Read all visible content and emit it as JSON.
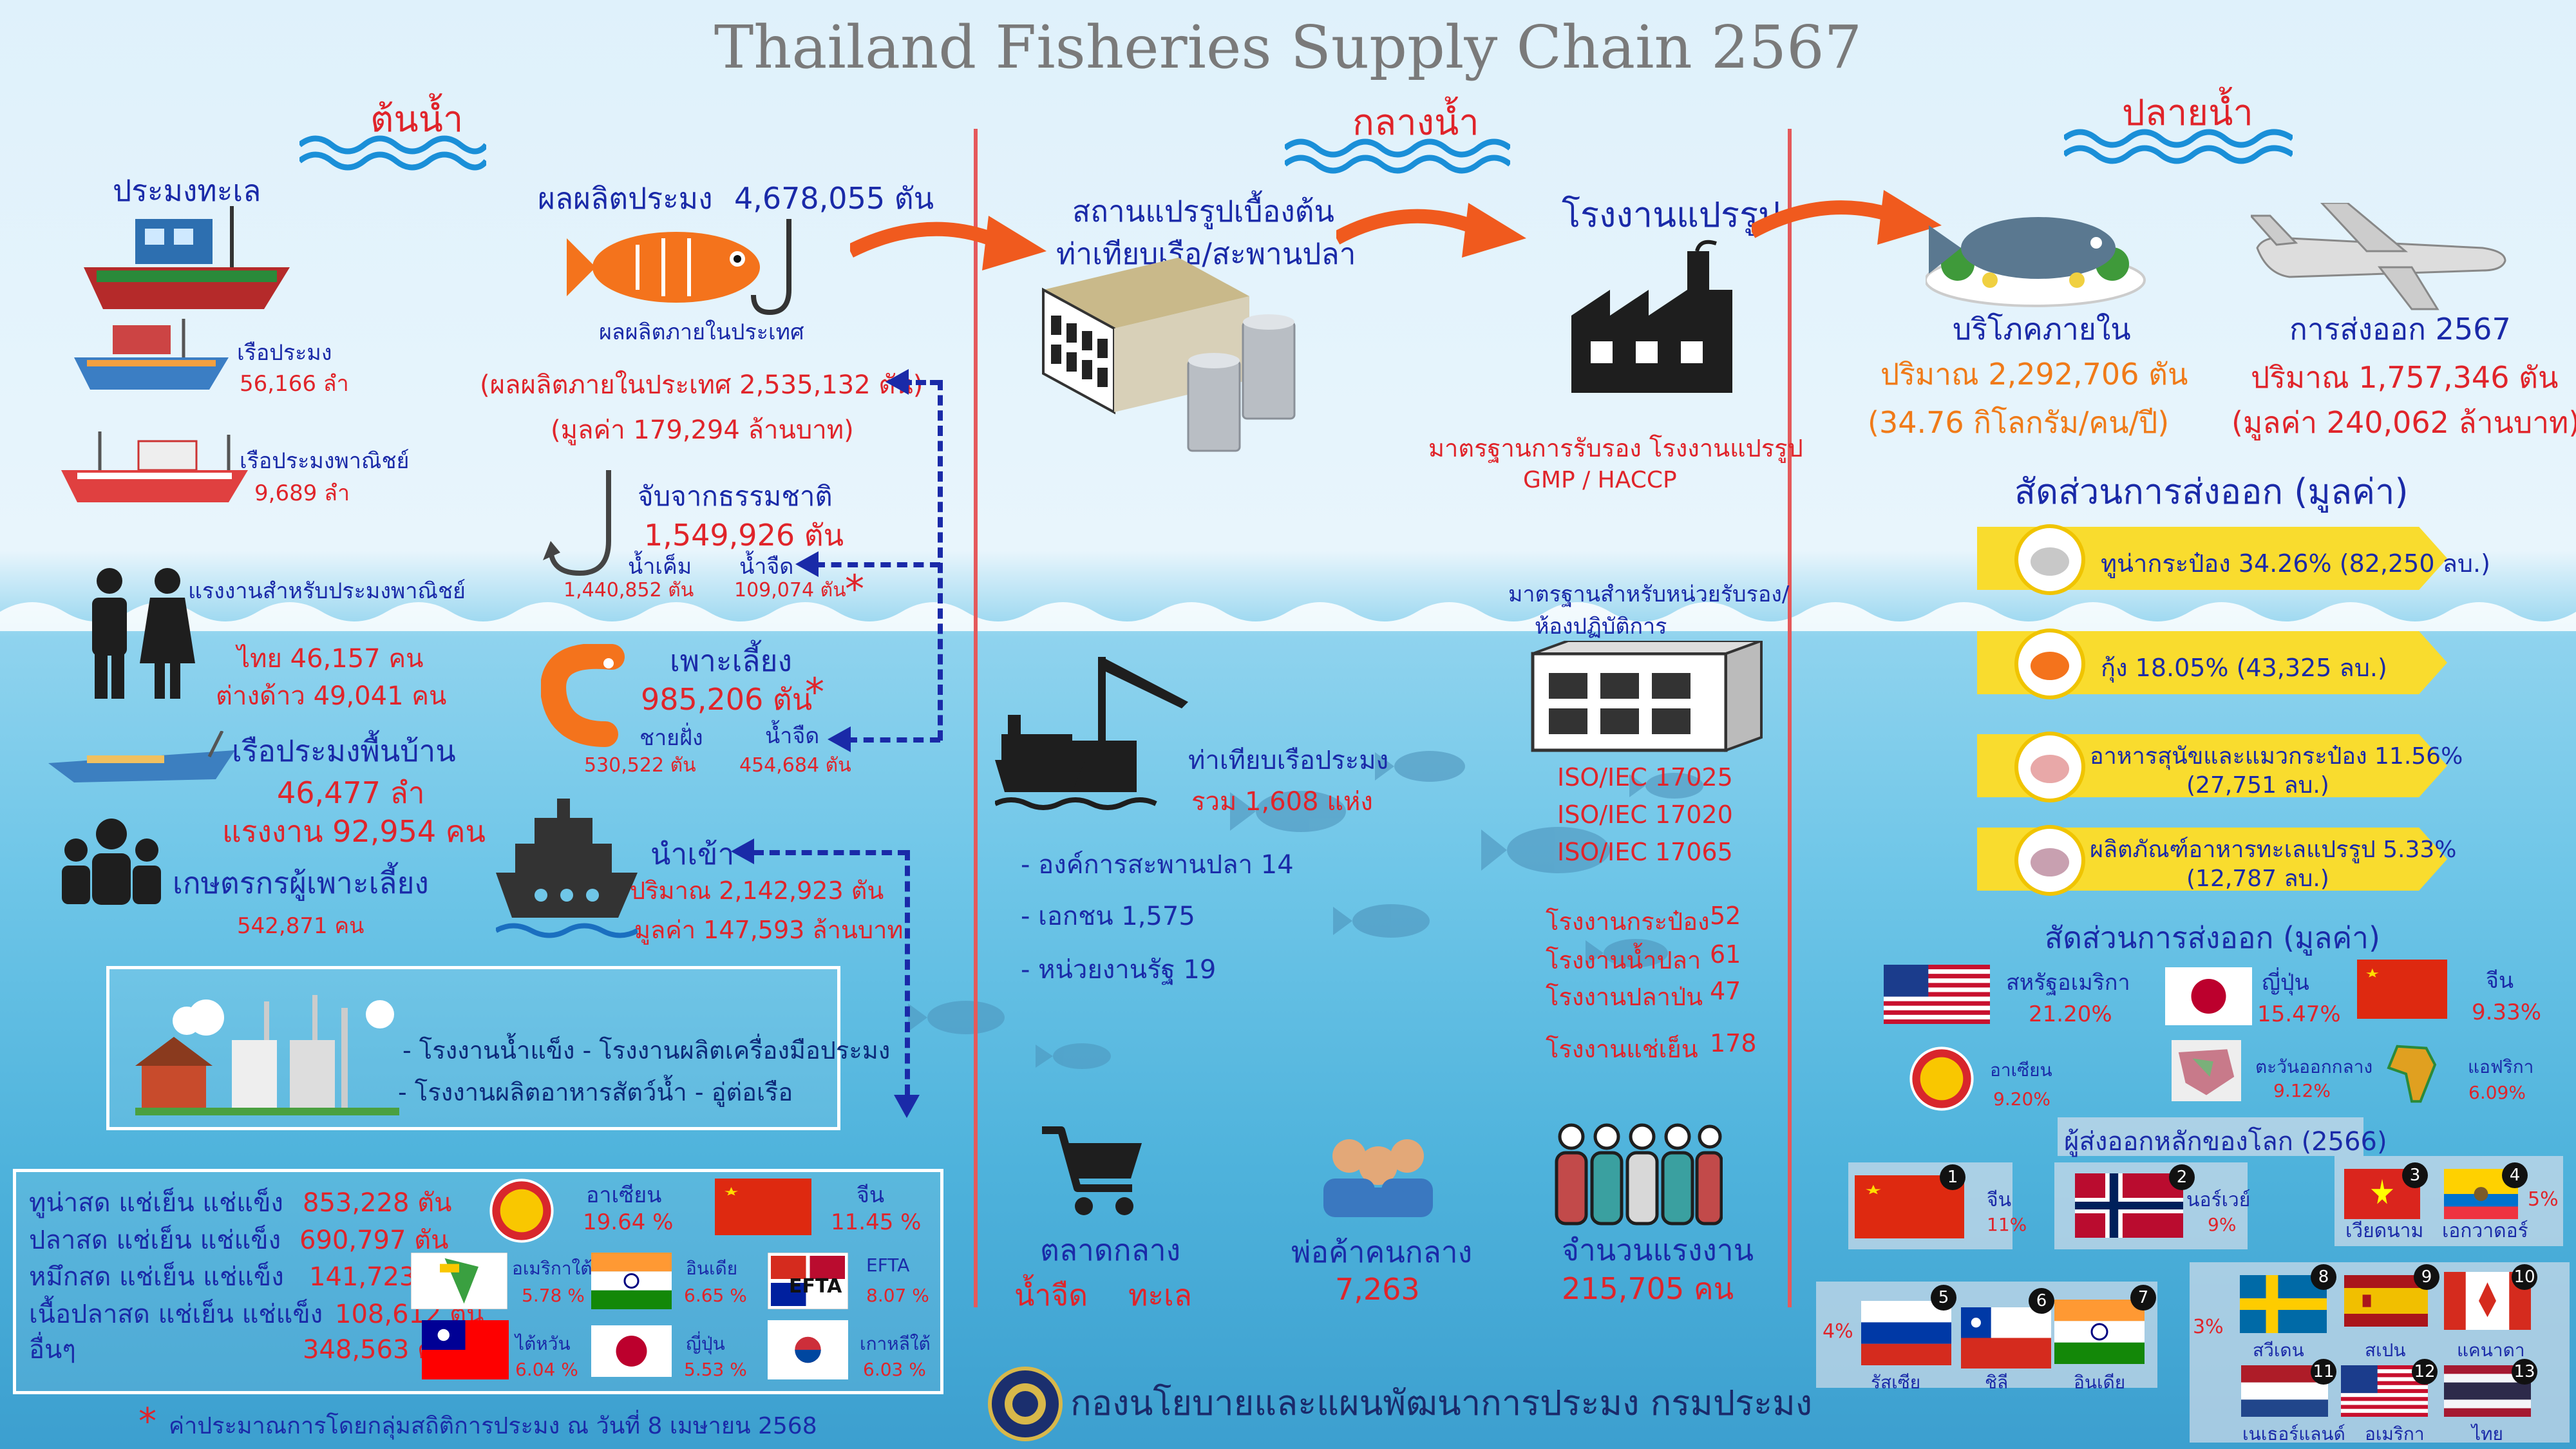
{
  "title": "Thailand Fisheries Supply Chain 2567",
  "sections": {
    "upstream": "ต้นน้ำ",
    "midstream": "กลางน้ำ",
    "downstream": "ปลายน้ำ"
  },
  "upstream": {
    "fishing_fleet_heading": "ประมงทะเล",
    "fishing_boats_label": "เรือประมง",
    "fishing_boats_value": "56,166 ลำ",
    "commercial_boats_label": "เรือประมงพาณิชย์",
    "commercial_boats_value": "9,689 ลำ",
    "commercial_labor_label": "แรงงานสำหรับประมงพาณิชย์",
    "labor_thai": "ไทย 46,157 คน",
    "labor_foreign": "ต่างด้าว 49,041 คน",
    "local_boats_label": "เรือประมงพื้นบ้าน",
    "local_boats_value": "46,477 ลำ",
    "local_labor": "แรงงาน 92,954 คน",
    "farmers_label": "เกษตรกรผู้เพาะเลี้ยง",
    "farmers_value": "542,871 คน",
    "production_label": "ผลผลิตประมง",
    "production_value": "4,678,055 ตัน",
    "domestic_production_label": "ผลผลิตภายในประเทศ",
    "domestic_production_value": "(ผลผลิตภายในประเทศ 2,535,132 ตัน)",
    "domestic_production_worth": "(มูลค่า 179,294 ล้านบาท)",
    "capture_label": "จับจากธรรมชาติ",
    "capture_value": "1,549,926 ตัน",
    "capture_marine_label": "น้ำเค็ม",
    "capture_marine_value": "1,440,852 ตัน",
    "capture_fresh_label": "น้ำจืด",
    "capture_fresh_value": "109,074 ตัน",
    "aquaculture_label": "เพาะเลี้ยง",
    "aquaculture_value": "985,206 ตัน",
    "aqua_coastal_label": "ชายฝั่ง",
    "aqua_coastal_value": "530,522 ตัน",
    "aqua_fresh_label": "น้ำจืด",
    "aqua_fresh_value": "454,684 ตัน",
    "import_label": "นำเข้า",
    "import_volume": "ปริมาณ 2,142,923 ตัน",
    "import_value": "มูลค่า 147,593 ล้านบาท",
    "support_line1": "- โรงงานน้ำแข็ง - โรงงานผลิตเครื่องมือประมง",
    "support_line2": "- โรงงานผลิตอาหารสัตว์น้ำ - อู่ต่อเรือ",
    "star": "*"
  },
  "imports_breakdown": {
    "items": [
      {
        "label": "ทูน่าสด แช่เย็น แช่แข็ง",
        "value": "853,228 ตัน"
      },
      {
        "label": "ปลาสด แช่เย็น แช่แข็ง",
        "value": "690,797 ตัน"
      },
      {
        "label": "หมึกสด แช่เย็น แช่แข็ง",
        "value": "141,723 ตัน"
      },
      {
        "label": "เนื้อปลาสด แช่เย็น แช่แข็ง",
        "value": "108,612 ตัน"
      },
      {
        "label": "อื่นๆ",
        "value": "348,563 ตัน"
      }
    ],
    "sources": [
      {
        "name": "อาเซียน",
        "pct": "19.64 %"
      },
      {
        "name": "จีน",
        "pct": "11.45 %"
      },
      {
        "name": "อเมริกาใต้",
        "pct": "5.78 %"
      },
      {
        "name": "อินเดีย",
        "pct": "6.65 %"
      },
      {
        "name": "EFTA",
        "pct": "8.07 %"
      },
      {
        "name": "ไต้หวัน",
        "pct": "6.04 %"
      },
      {
        "name": "ญี่ปุ่น",
        "pct": "5.53 %"
      },
      {
        "name": "เกาหลีใต้",
        "pct": "6.03 %"
      }
    ],
    "efta_flag_text": "EFTA"
  },
  "footnote": "ค่าประมาณการโดยกลุ่มสถิติการประมง ณ วันที่ 8 เมษายน 2568",
  "footnote_star": "*",
  "midstream": {
    "primary_processing_line1": "สถานแปรรูปเบื้องต้น",
    "primary_processing_line2": "ท่าเทียบเรือ/สะพานปลา",
    "factory_label": "โรงงานแปรรูป",
    "cert_label": "มาตรฐานการรับรอง  โรงงานแปรรูป",
    "cert_value": "GMP / HACCP",
    "lab_label_line1": "มาตรฐานสำหรับหน่วยรับรอง/",
    "lab_label_line2": "ห้องปฏิบัติการ",
    "iso": [
      "ISO/IEC 17025",
      "ISO/IEC 17020",
      "ISO/IEC 17065"
    ],
    "plants": [
      {
        "label": "โรงงานกระป๋อง",
        "value": "52"
      },
      {
        "label": "โรงงานน้ำปลา",
        "value": "61"
      },
      {
        "label": "โรงงานปลาป่น",
        "value": "47"
      },
      {
        "label": "โรงงานแช่เย็น",
        "value": "178"
      }
    ],
    "ports_label": "ท่าเทียบเรือประมง",
    "ports_total": "รวม 1,608 แห่ง",
    "ports_items": [
      "- องค์การสะพานปลา 14",
      "- เอกชน 1,575",
      "- หน่วยงานรัฐ 19"
    ],
    "market_label": "ตลาดกลาง",
    "market_fresh": "น้ำจืด",
    "market_sea": "ทะเล",
    "middlemen_label": "พ่อค้าคนกลาง",
    "middlemen_value": "7,263",
    "workers_label": "จำนวนแรงงาน",
    "workers_value": "215,705 คน"
  },
  "agency": "กองนโยบายและแผนพัฒนาการประมง กรมประมง",
  "downstream": {
    "domestic_label": "บริโภคภายใน",
    "domestic_volume": "ปริมาณ 2,292,706 ตัน",
    "domestic_percap": "(34.76 กิโลกรัม/คน/ปี)",
    "export_label": "การส่งออก 2567",
    "export_volume": "ปริมาณ 1,757,346 ตัน",
    "export_value": "(มูลค่า 240,062 ล้านบาท)",
    "export_share_heading": "สัดส่วนการส่งออก (มูลค่า)",
    "export_products": [
      {
        "line1": "ทูน่ากระป๋อง 34.26% (82,250 ลบ.)",
        "line2": ""
      },
      {
        "line1": "กุ้ง 18.05% (43,325 ลบ.)",
        "line2": ""
      },
      {
        "line1": "อาหารสุนัขและแมวกระป๋อง 11.56%",
        "line2": "(27,751 ลบ.)"
      },
      {
        "line1": "ผลิตภัณฑ์อาหารทะเลแปรรูป 5.33%",
        "line2": "(12,787 ลบ.)"
      }
    ],
    "market_share_heading": "สัดส่วนการส่งออก (มูลค่า)",
    "markets": [
      {
        "name": "สหรัฐอเมริกา",
        "pct": "21.20%"
      },
      {
        "name": "ญี่ปุ่น",
        "pct": "15.47%"
      },
      {
        "name": "จีน",
        "pct": "9.33%"
      },
      {
        "name": "อาเซียน",
        "pct": "9.20%"
      },
      {
        "name": "ตะวันออกกลาง",
        "pct": "9.12%"
      },
      {
        "name": "แอฟริกา",
        "pct": "6.09%"
      }
    ],
    "world_heading": "ผู้ส่งออกหลักของโลก (2566)",
    "world_exporters": [
      {
        "rank": "1",
        "name": "จีน",
        "pct": "11%"
      },
      {
        "rank": "2",
        "name": "นอร์เวย์",
        "pct": "9%"
      },
      {
        "rank": "3",
        "name": "เวียดนาม",
        "pct": ""
      },
      {
        "rank": "4",
        "name": "เอกวาดอร์",
        "pct": ""
      },
      {
        "rank": "5",
        "name": "รัสเซีย",
        "pct": ""
      },
      {
        "rank": "6",
        "name": "ชิลี",
        "pct": ""
      },
      {
        "rank": "7",
        "name": "อินเดีย",
        "pct": ""
      },
      {
        "rank": "8",
        "name": "สวีเดน",
        "pct": ""
      },
      {
        "rank": "9",
        "name": "สเปน",
        "pct": ""
      },
      {
        "rank": "10",
        "name": "แคนาดา",
        "pct": ""
      },
      {
        "rank": "11",
        "name": "เนเธอร์แลนด์",
        "pct": ""
      },
      {
        "rank": "12",
        "name": "อเมริกา",
        "pct": ""
      },
      {
        "rank": "13",
        "name": "ไทย",
        "pct": ""
      }
    ],
    "group_3_4_pct": "5%",
    "group_5_7_pct": "4%",
    "group_8_13_pct": "3%"
  }
}
